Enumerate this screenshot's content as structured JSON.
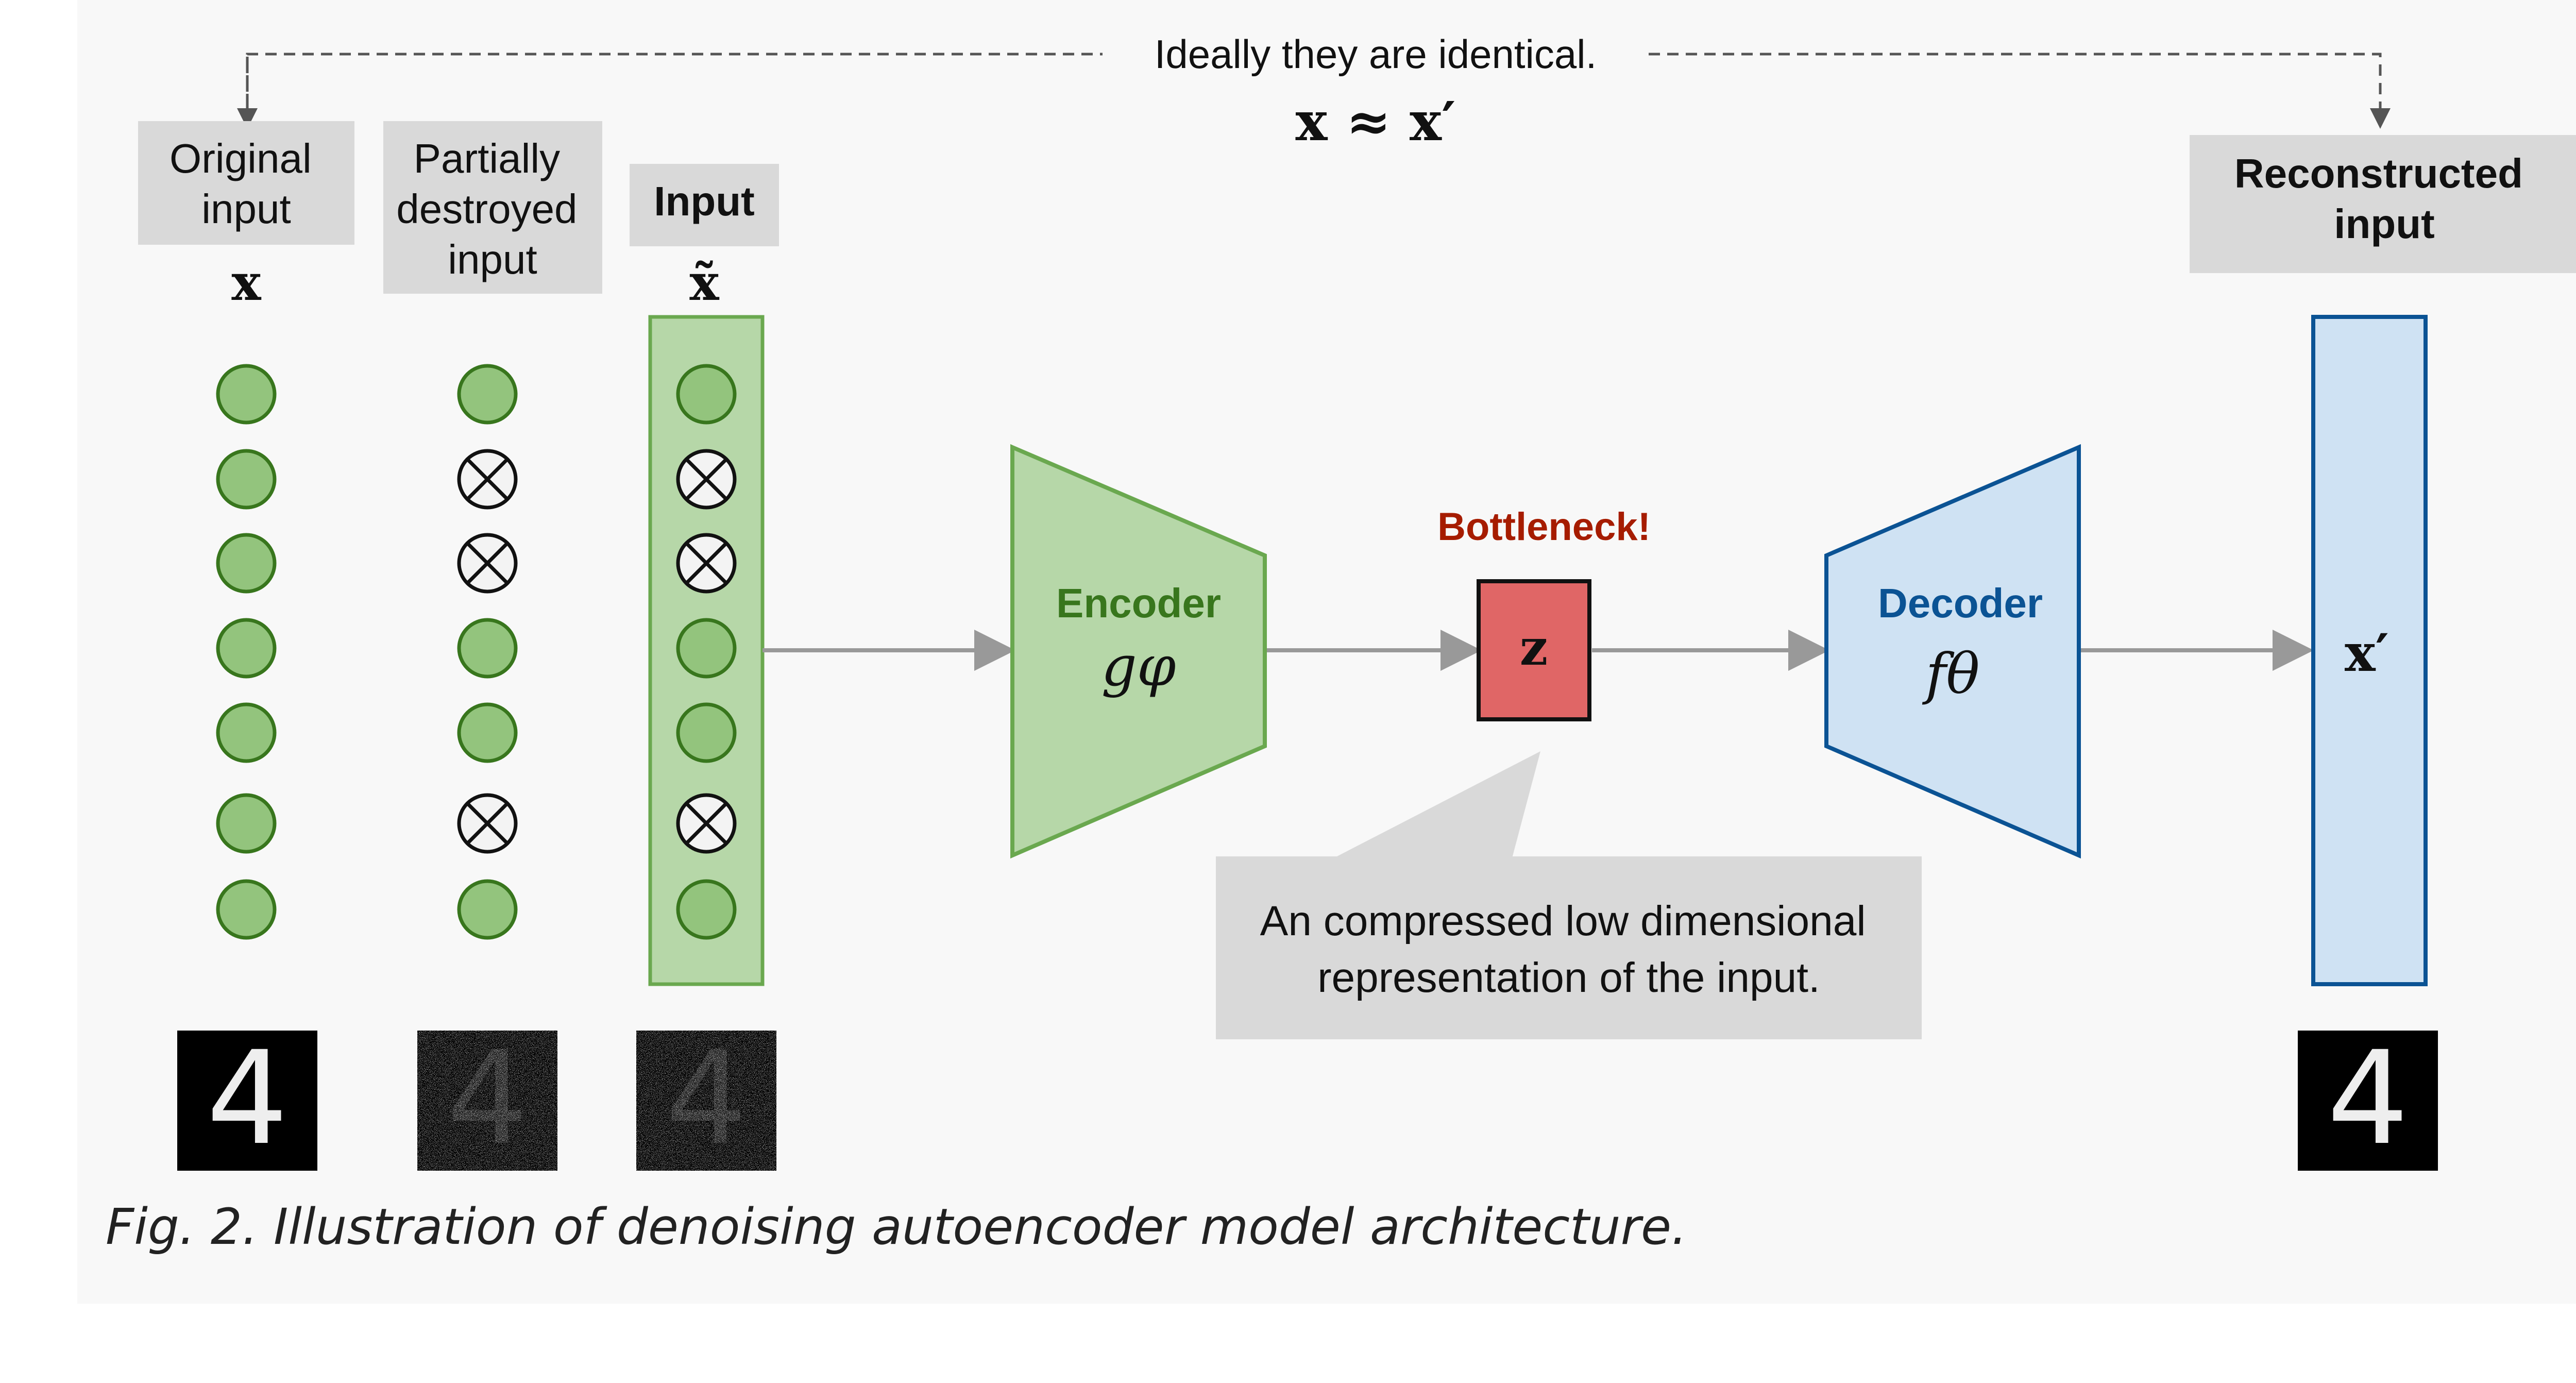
{
  "top_note": {
    "text": "Ideally they are identical.",
    "equation": "x ≈ x′"
  },
  "columns": {
    "original": {
      "label_lines": [
        "Original",
        "input"
      ],
      "symbol": "x",
      "digit": "4"
    },
    "partial": {
      "label_lines": [
        "Partially",
        "destroyed",
        "input"
      ],
      "digit": "4"
    },
    "input": {
      "label": "Input",
      "symbol": "x̃",
      "digit": "4"
    },
    "reconstructed": {
      "label_lines": [
        "Reconstructed",
        "input"
      ],
      "symbol": "x′",
      "digit": "4"
    }
  },
  "nodes": {
    "original": [
      false,
      false,
      false,
      false,
      false,
      false,
      false
    ],
    "partial": [
      false,
      true,
      true,
      false,
      false,
      true,
      false
    ],
    "input": [
      false,
      true,
      true,
      false,
      false,
      true,
      false
    ]
  },
  "encoder": {
    "label": "Encoder",
    "symbol": "gφ"
  },
  "decoder": {
    "label": "Decoder",
    "symbol": "fθ"
  },
  "bottleneck": {
    "label": "Bottleneck!",
    "symbol": "z"
  },
  "callout": {
    "lines": [
      "An compressed low dimensional",
      "representation of the input."
    ]
  },
  "caption": "Fig. 2. Illustration of denoising autoencoder model architecture.",
  "colors": {
    "panel_bg": "#f8f8f8",
    "label_box": "#d9d9d9",
    "node_fill": "#93c47d",
    "node_stroke": "#38761d",
    "input_col_fill": "#b6d7a8",
    "encoder_fill": "#b6d7a8",
    "encoder_stroke": "#6aa84f",
    "encoder_text": "#38761d",
    "decoder_fill": "#cfe2f3",
    "decoder_stroke": "#0b5394",
    "decoder_text": "#0b5394",
    "bottleneck_fill": "#e06666",
    "bottleneck_text": "#a61c00",
    "arrow": "#999999",
    "dashed": "#555555",
    "callout_bg": "#d9d9d9"
  }
}
